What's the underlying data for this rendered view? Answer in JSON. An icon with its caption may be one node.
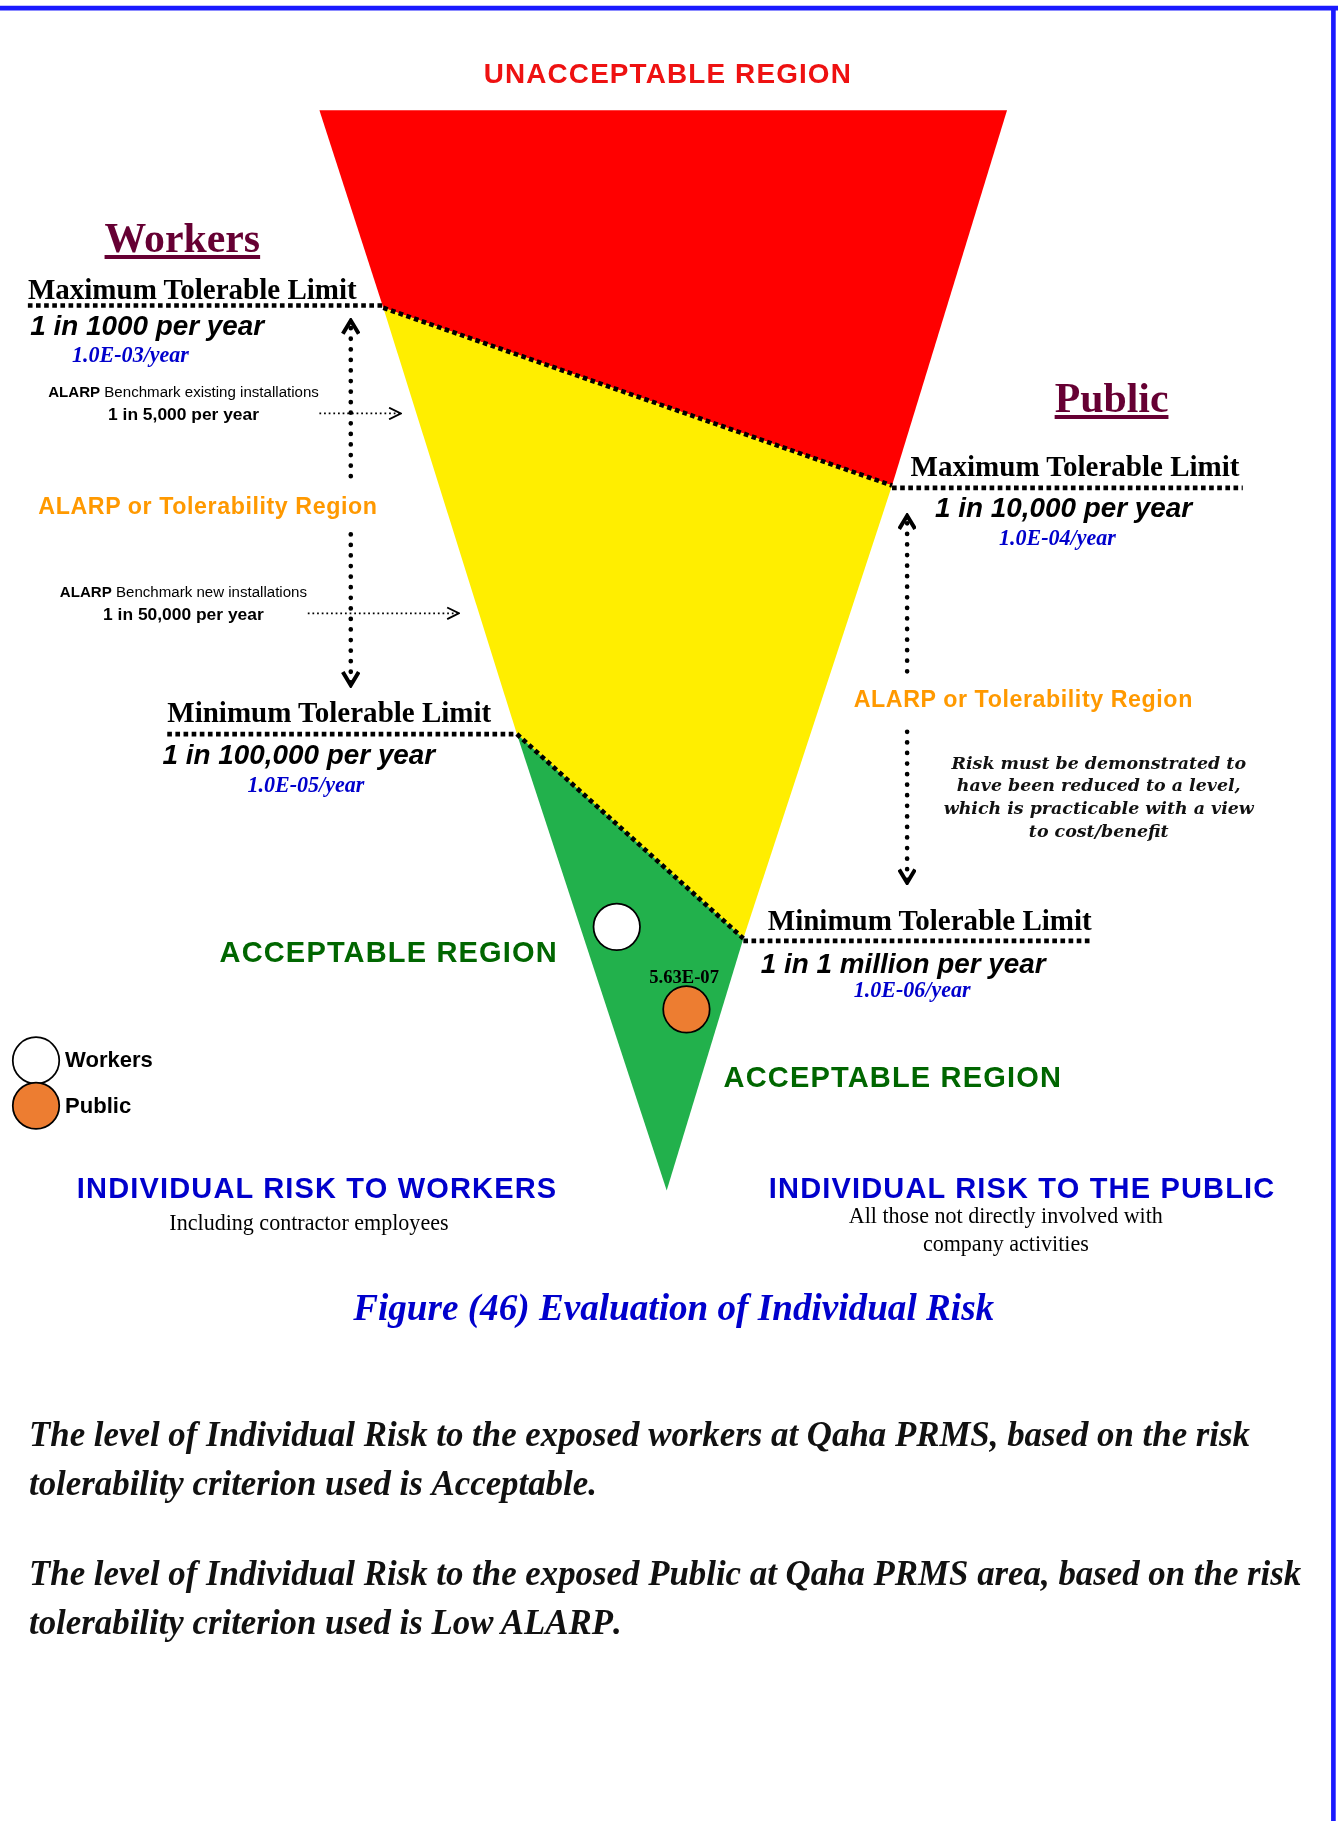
{
  "diagram": {
    "caption": "Figure (46) Evaluation of Individual Risk",
    "nodes": [
      {
        "text": [
          "**ALARP** Benchmark existing installations",
          "1 in 5,000 per year"
        ]
      },
      {
        "text": [
          "**ALARP** Benchmark new installations",
          "1 in 50,000 per year"
        ]
      }
    ],
    "edges": [
      {
        "from": 0,
        "to": null,
        "arrow": "to",
        "style": "dashed"
      },
      {
        "from": 1,
        "to": null,
        "arrow": "to",
        "style": "dashed"
      }
    ],
    "labels": [
      "UNACCEPTABLE REGION",
      "Workers",
      "Maximum Tolerable Limit",
      "1 in 1000 per year",
      "1.0E-03/year",
      "Public",
      "Maximum Tolerable Limit",
      "1 in 10,000 per year",
      "1.0E-04/year",
      "ALARP or Tolerability Region",
      "ALARP or Tolerability Region",
      "Minimum Tolerable Limit",
      "1 in 100,000 per year",
      "1.0E-05/year",
      "Risk must be demonstrated to have been reduced to a level, which is practicable with a view to cost/benefit",
      "Minimum Tolerable Limit",
      "ACCEPTABLE REGION",
      "1 in 1 million per year",
      "5.63E-07",
      "1.0E-06/year",
      "ACCEPTABLE REGION",
      "INDIVIDUAL RISK TO WORKERS",
      "INDIVIDUAL RISK TO THE PUBLIC",
      "Including contractor employees",
      "All those not directly involved with company activities",
      "The level of Individual Risk to the exposed workers at Qaha PRMS, based on the risk tolerability criterion used is **Acceptable**.",
      "The level of Individual Risk to the exposed Public at Qaha PRMS area, based on the risk tolerability criterion used is **Low ALARP**."
    ],
    "legend": [
      {
        "text": "Workers",
        "color": "#ffffff"
      },
      {
        "text": "Public",
        "color": "#ed7d31"
      }
    ]
  }
}
